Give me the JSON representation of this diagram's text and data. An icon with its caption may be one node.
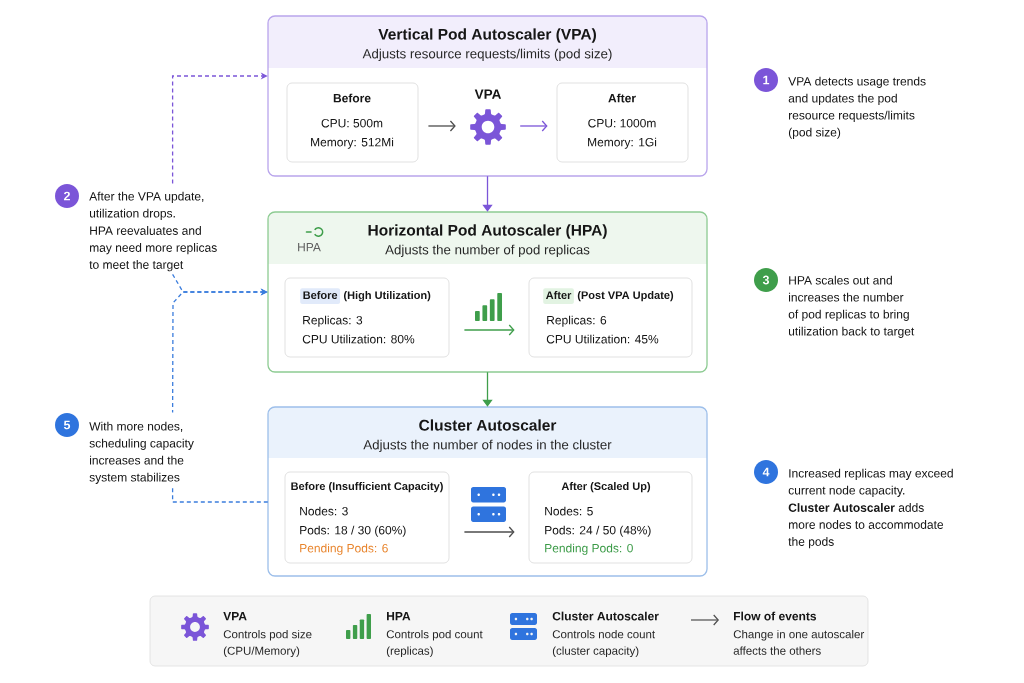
{
  "diagram": {
    "nodes": [
      {
        "text": [
          "Vertical Pod Autoscaler (VPA)",
          "Adjusts resource requests/limits (pod size)"
        ]
      },
      {
        "text": [
          "Before",
          "CPU: 500m",
          "Memory: 512Mi"
        ],
        "in": 0
      },
      {
        "text": [
          "VPA"
        ],
        "in": 0
      },
      {
        "text": [
          "After",
          "CPU: 1000m",
          "Memory: 1Gi"
        ],
        "in": 0
      },
      {
        "text": [
          "Horizontal Pod Autoscaler (HPA)",
          "Adjusts the number of pod replicas"
        ]
      },
      {
        "text": [
          "Before",
          "(High Utilization)",
          "Replicas: 3",
          "CPU Utilization: 80%"
        ],
        "in": 4
      },
      {
        "text": [
          "After",
          "(Post VPA Update)",
          "Replicas: 6",
          "CPU Utilization: 45%"
        ],
        "in": 4
      },
      {
        "text": [
          "Cluster Autoscaler",
          "Adjusts the number of nodes in the cluster"
        ]
      },
      {
        "text": [
          "Before (Insufficient Capacity)",
          "Nodes: 3",
          "Pods: 18 / 30 (60%)",
          "Pending Pods: 6"
        ],
        "in": 7
      },
      {
        "text": [
          "After (Scaled Up)",
          "Nodes: 5",
          "Pods: 24 / 50 (48%)",
          "Pending Pods: 0"
        ],
        "in": 7
      },
      {
        "text": [
          "1",
          "VPA detects usage trends and updates the pod resource requests/limits (pod size)"
        ]
      },
      {
        "text": [
          "2",
          "After the VPA update, utilization drops.",
          "HPA reevaluates and may need more replicas to meet the target"
        ]
      },
      {
        "text": [
          "3",
          "HPA scales out and increases the number of pod replicas to bring utilization back to target"
        ]
      },
      {
        "text": [
          "4",
          "Increased replicas may exceed current node capacity.",
          "**Cluster Autoscaler** adds more nodes to accommodate the pods"
        ]
      },
      {
        "text": [
          "5",
          "With more nodes, scheduling capacity increases and the system stabilizes"
        ]
      }
    ],
    "edges": [
      {
        "from": 1,
        "to": 2,
        "arrow": "to",
        "color": "#4d4d4d"
      },
      {
        "from": 2,
        "to": 3,
        "arrow": "to",
        "color": "#7b55d8"
      },
      {
        "from": 0,
        "to": 4,
        "arrow": "to",
        "color": "#7b55d8"
      },
      {
        "from": 5,
        "to": 6,
        "arrow": "to",
        "color": "#3f9e4b"
      },
      {
        "from": 4,
        "to": 7,
        "arrow": "to",
        "color": "#3f9e4b"
      },
      {
        "from": 8,
        "to": 9,
        "arrow": "to",
        "color": "#4d4d4d"
      },
      {
        "from": 11,
        "to": 0,
        "arrow": "to",
        "style": "dashed",
        "color": "#7b55d8"
      },
      {
        "from": 11,
        "to": 4,
        "arrow": "to",
        "style": "dashed",
        "color": "#3b7ddd"
      },
      {
        "from": 7,
        "to": 14,
        "arrow": "none",
        "style": "dashed",
        "color": "#3b7ddd"
      },
      {
        "from": 14,
        "to": 4,
        "arrow": "to",
        "style": "dashed",
        "color": "#3b7ddd"
      }
    ],
    "labels": [
      "HPA",
      "Controls pod size (CPU/Memory)",
      "Controls pod count (replicas)",
      "Controls node count (cluster capacity)",
      "Change in one autoscaler affects the others"
    ],
    "legend": [
      {
        "text": "VPA"
      },
      {
        "text": "HPA"
      },
      {
        "text": "Cluster Autoscaler"
      },
      {
        "text": "Flow of events"
      }
    ]
  }
}
